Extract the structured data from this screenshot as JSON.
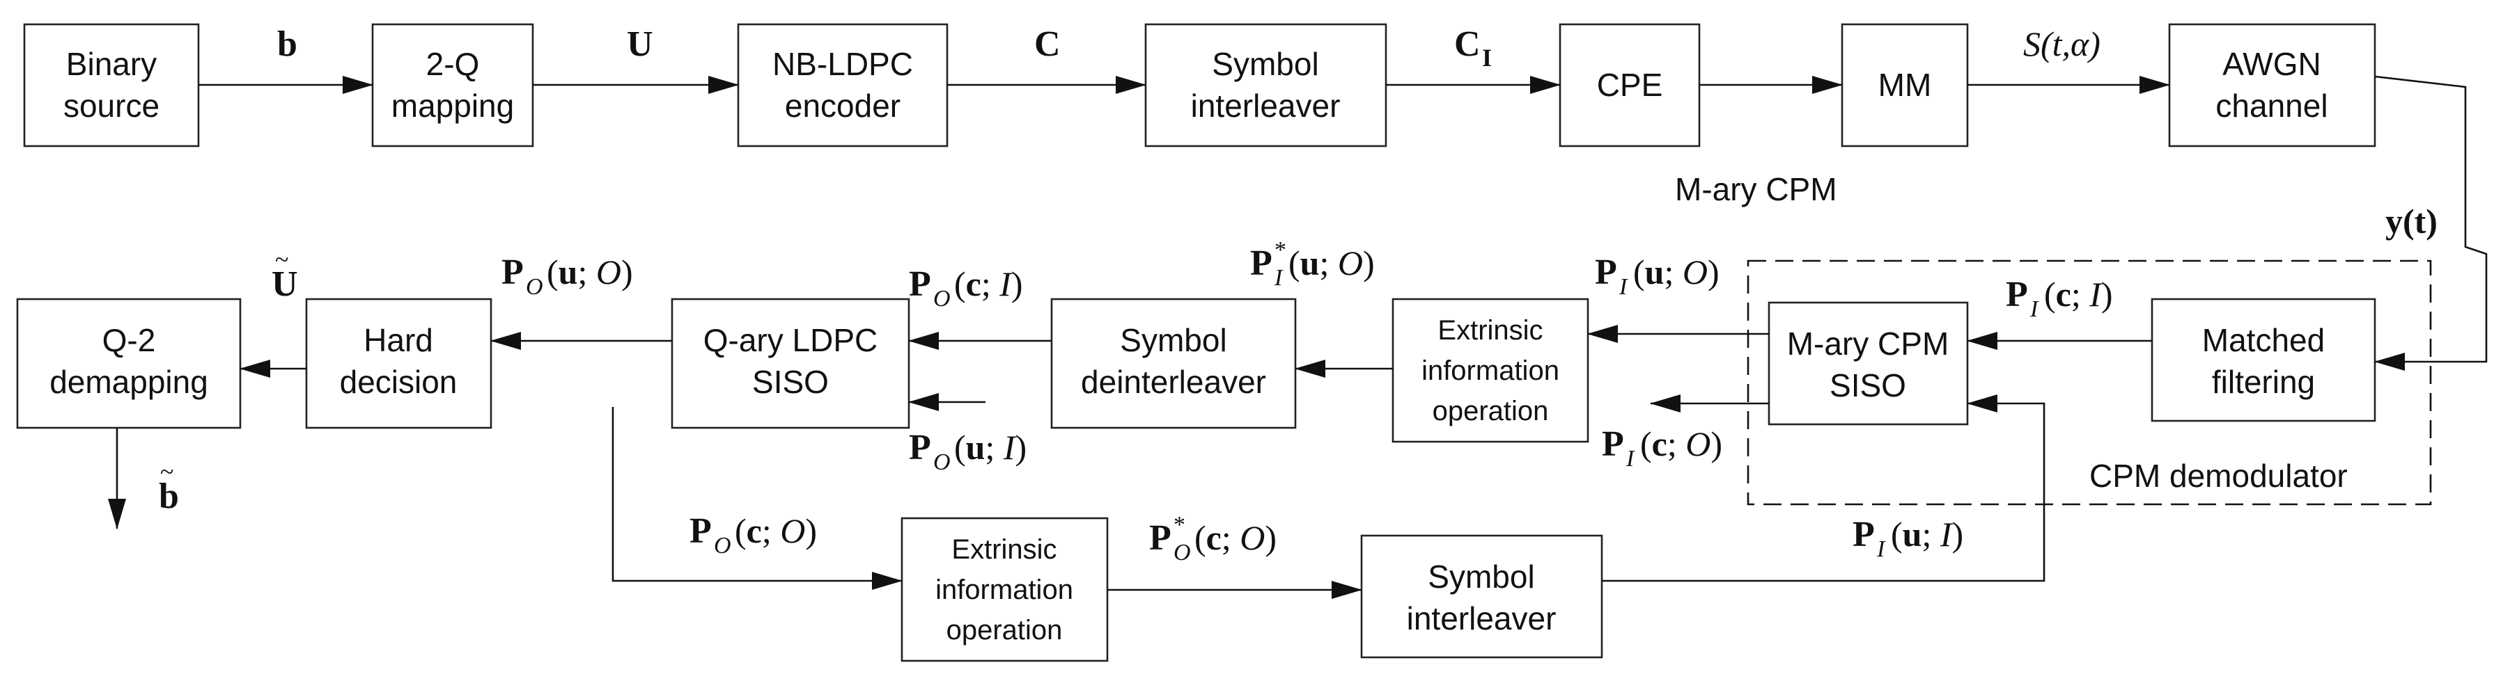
{
  "blocks": {
    "binary_source": [
      "Binary",
      "source"
    ],
    "two_q_mapping": [
      "2-Q",
      "mapping"
    ],
    "nb_ldpc_encoder": [
      "NB-LDPC",
      "encoder"
    ],
    "symbol_interleaver_top": [
      "Symbol",
      "interleaver"
    ],
    "cpe": "CPE",
    "mm": "MM",
    "awgn_channel": [
      "AWGN",
      "channel"
    ],
    "matched_filtering": [
      "Matched",
      "filtering"
    ],
    "mary_cpm_siso": [
      "M-ary CPM",
      "SISO"
    ],
    "extrinsic_info_op_mid": [
      "Extrinsic",
      "information",
      "operation"
    ],
    "symbol_deinterleaver": [
      "Symbol",
      "deinterleaver"
    ],
    "qary_ldpc_siso": [
      "Q-ary LDPC",
      "SISO"
    ],
    "hard_decision": [
      "Hard",
      "decision"
    ],
    "q2_demapping": [
      "Q-2",
      "demapping"
    ],
    "extrinsic_info_op_bottom": [
      "Extrinsic",
      "information",
      "operation"
    ],
    "symbol_interleaver_bottom": [
      "Symbol",
      "interleaver"
    ]
  },
  "labels": {
    "b": "b",
    "U": "U",
    "C": "C",
    "C_I": "C",
    "C_I_sub": "I",
    "S_t_alpha": "S(t,α)",
    "mary_cpm": "M-ary CPM",
    "y_t": "y(t)",
    "cpm_demodulator": "CPM demodulator",
    "P_I_c_I": "P",
    "P_I_u_O": "P",
    "P_I_c_O": "P",
    "P_I_star_u_O": "P",
    "P_O_c_I": "P",
    "P_O_u_O": "P",
    "P_O_u_I": "P",
    "U_tilde": "U",
    "b_tilde": "b",
    "P_O_c_O": "P",
    "P_O_star_c_O": "P",
    "P_I_u_I": "P"
  }
}
